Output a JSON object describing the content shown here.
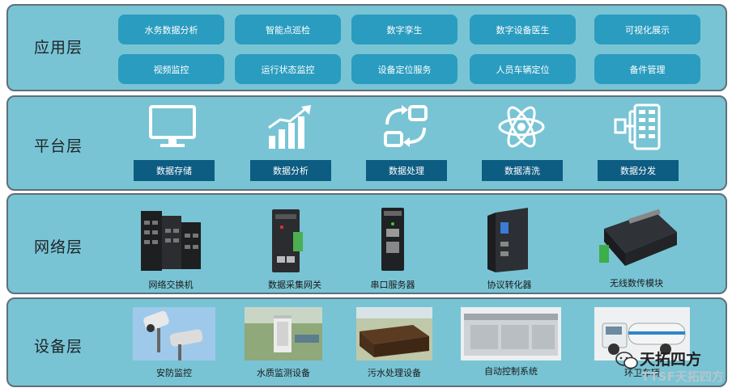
{
  "layers": {
    "application": {
      "title": "应用层",
      "row1": [
        "水务数据分析",
        "智能点巡检",
        "数字孪生",
        "数字设备医生",
        "可视化展示"
      ],
      "row2": [
        "视频监控",
        "运行状态监控",
        "设备定位服务",
        "人员车辆定位",
        "备件管理"
      ]
    },
    "platform": {
      "title": "平台层",
      "items": [
        {
          "label": "数据存储",
          "icon": "monitor-icon"
        },
        {
          "label": "数据分析",
          "icon": "bar-chart-icon"
        },
        {
          "label": "数据处理",
          "icon": "process-icon"
        },
        {
          "label": "数据清洗",
          "icon": "atom-icon"
        },
        {
          "label": "数据分发",
          "icon": "distribution-icon"
        }
      ]
    },
    "network": {
      "title": "网络层",
      "items": [
        {
          "label": "网络交换机",
          "icon": "switch-device"
        },
        {
          "label": "数据采集网关",
          "icon": "gateway-device"
        },
        {
          "label": "串口服务器",
          "icon": "serial-server-device"
        },
        {
          "label": "协议转化器",
          "icon": "protocol-converter-device"
        },
        {
          "label": "无线数传模块",
          "icon": "wireless-module-device"
        }
      ]
    },
    "device": {
      "title": "设备层",
      "items": [
        {
          "label": "安防监控",
          "icon": "security-camera-photo"
        },
        {
          "label": "水质监测设备",
          "icon": "water-quality-station-photo"
        },
        {
          "label": "污水处理设备",
          "icon": "sewage-treatment-photo"
        },
        {
          "label": "自动控制系统",
          "icon": "plc-system-photo"
        },
        {
          "label": "环卫车辆",
          "icon": "sanitation-truck-photo"
        }
      ]
    }
  },
  "watermark": {
    "text": "天拓四方",
    "sub": "TTSF天拓四方"
  },
  "colors": {
    "layer_bg": "#78c4d4",
    "app_button": "#2a9cbf",
    "platform_label": "#0d5c82"
  }
}
